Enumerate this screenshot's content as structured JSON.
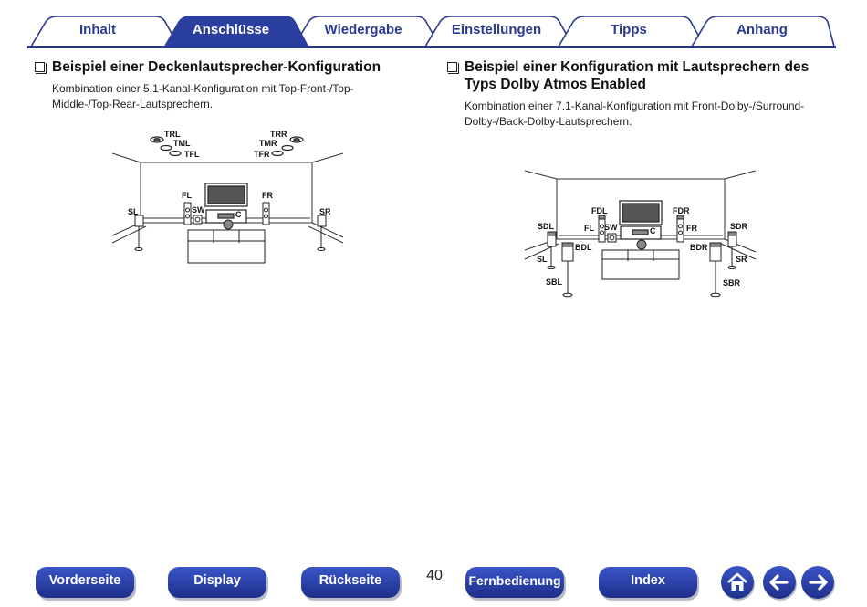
{
  "tabs": [
    {
      "label": "Inhalt",
      "active": false
    },
    {
      "label": "Anschlüsse",
      "active": true
    },
    {
      "label": "Wiedergabe",
      "active": false
    },
    {
      "label": "Einstellungen",
      "active": false
    },
    {
      "label": "Tipps",
      "active": false
    },
    {
      "label": "Anhang",
      "active": false
    }
  ],
  "left_section": {
    "title": "Beispiel einer Deckenlautsprecher-Konfiguration",
    "description": "Kombination einer 5.1-Kanal-Konfiguration mit Top-Front-/Top-Middle-/Top-Rear-Lautsprechern.",
    "labels": {
      "trl": "TRL",
      "tml": "TML",
      "tfl": "TFL",
      "trr": "TRR",
      "tmr": "TMR",
      "tfr": "TFR",
      "fl": "FL",
      "fr": "FR",
      "sw": "SW",
      "c": "C",
      "sl": "SL",
      "sr": "SR"
    }
  },
  "right_section": {
    "title": "Beispiel einer Konfiguration mit Lautsprechern des Typs Dolby Atmos Enabled",
    "description": "Kombination einer 7.1-Kanal-Konfiguration mit Front-Dolby-/Surround-Dolby-/Back-Dolby-Lautsprechern.",
    "labels": {
      "fdl": "FDL",
      "fdr": "FDR",
      "sdl": "SDL",
      "sdr": "SDR",
      "fl": "FL",
      "fr": "FR",
      "sw": "SW",
      "c": "C",
      "bdl": "BDL",
      "bdr": "BDR",
      "sl": "SL",
      "sr": "SR",
      "sbl": "SBL",
      "sbr": "SBR"
    }
  },
  "footer": {
    "front_page": "Vorderseite",
    "display": "Display",
    "rear_panel": "Rückseite",
    "page_number": "40",
    "remote": "Fernbedienung",
    "index": "Index",
    "home_icon": "home-icon",
    "back_icon": "arrow-left-icon",
    "forward_icon": "arrow-right-icon"
  },
  "colors": {
    "accent": "#2b3a8f",
    "tab_active": "#2a3f9e",
    "button": "#2a3f9e"
  }
}
